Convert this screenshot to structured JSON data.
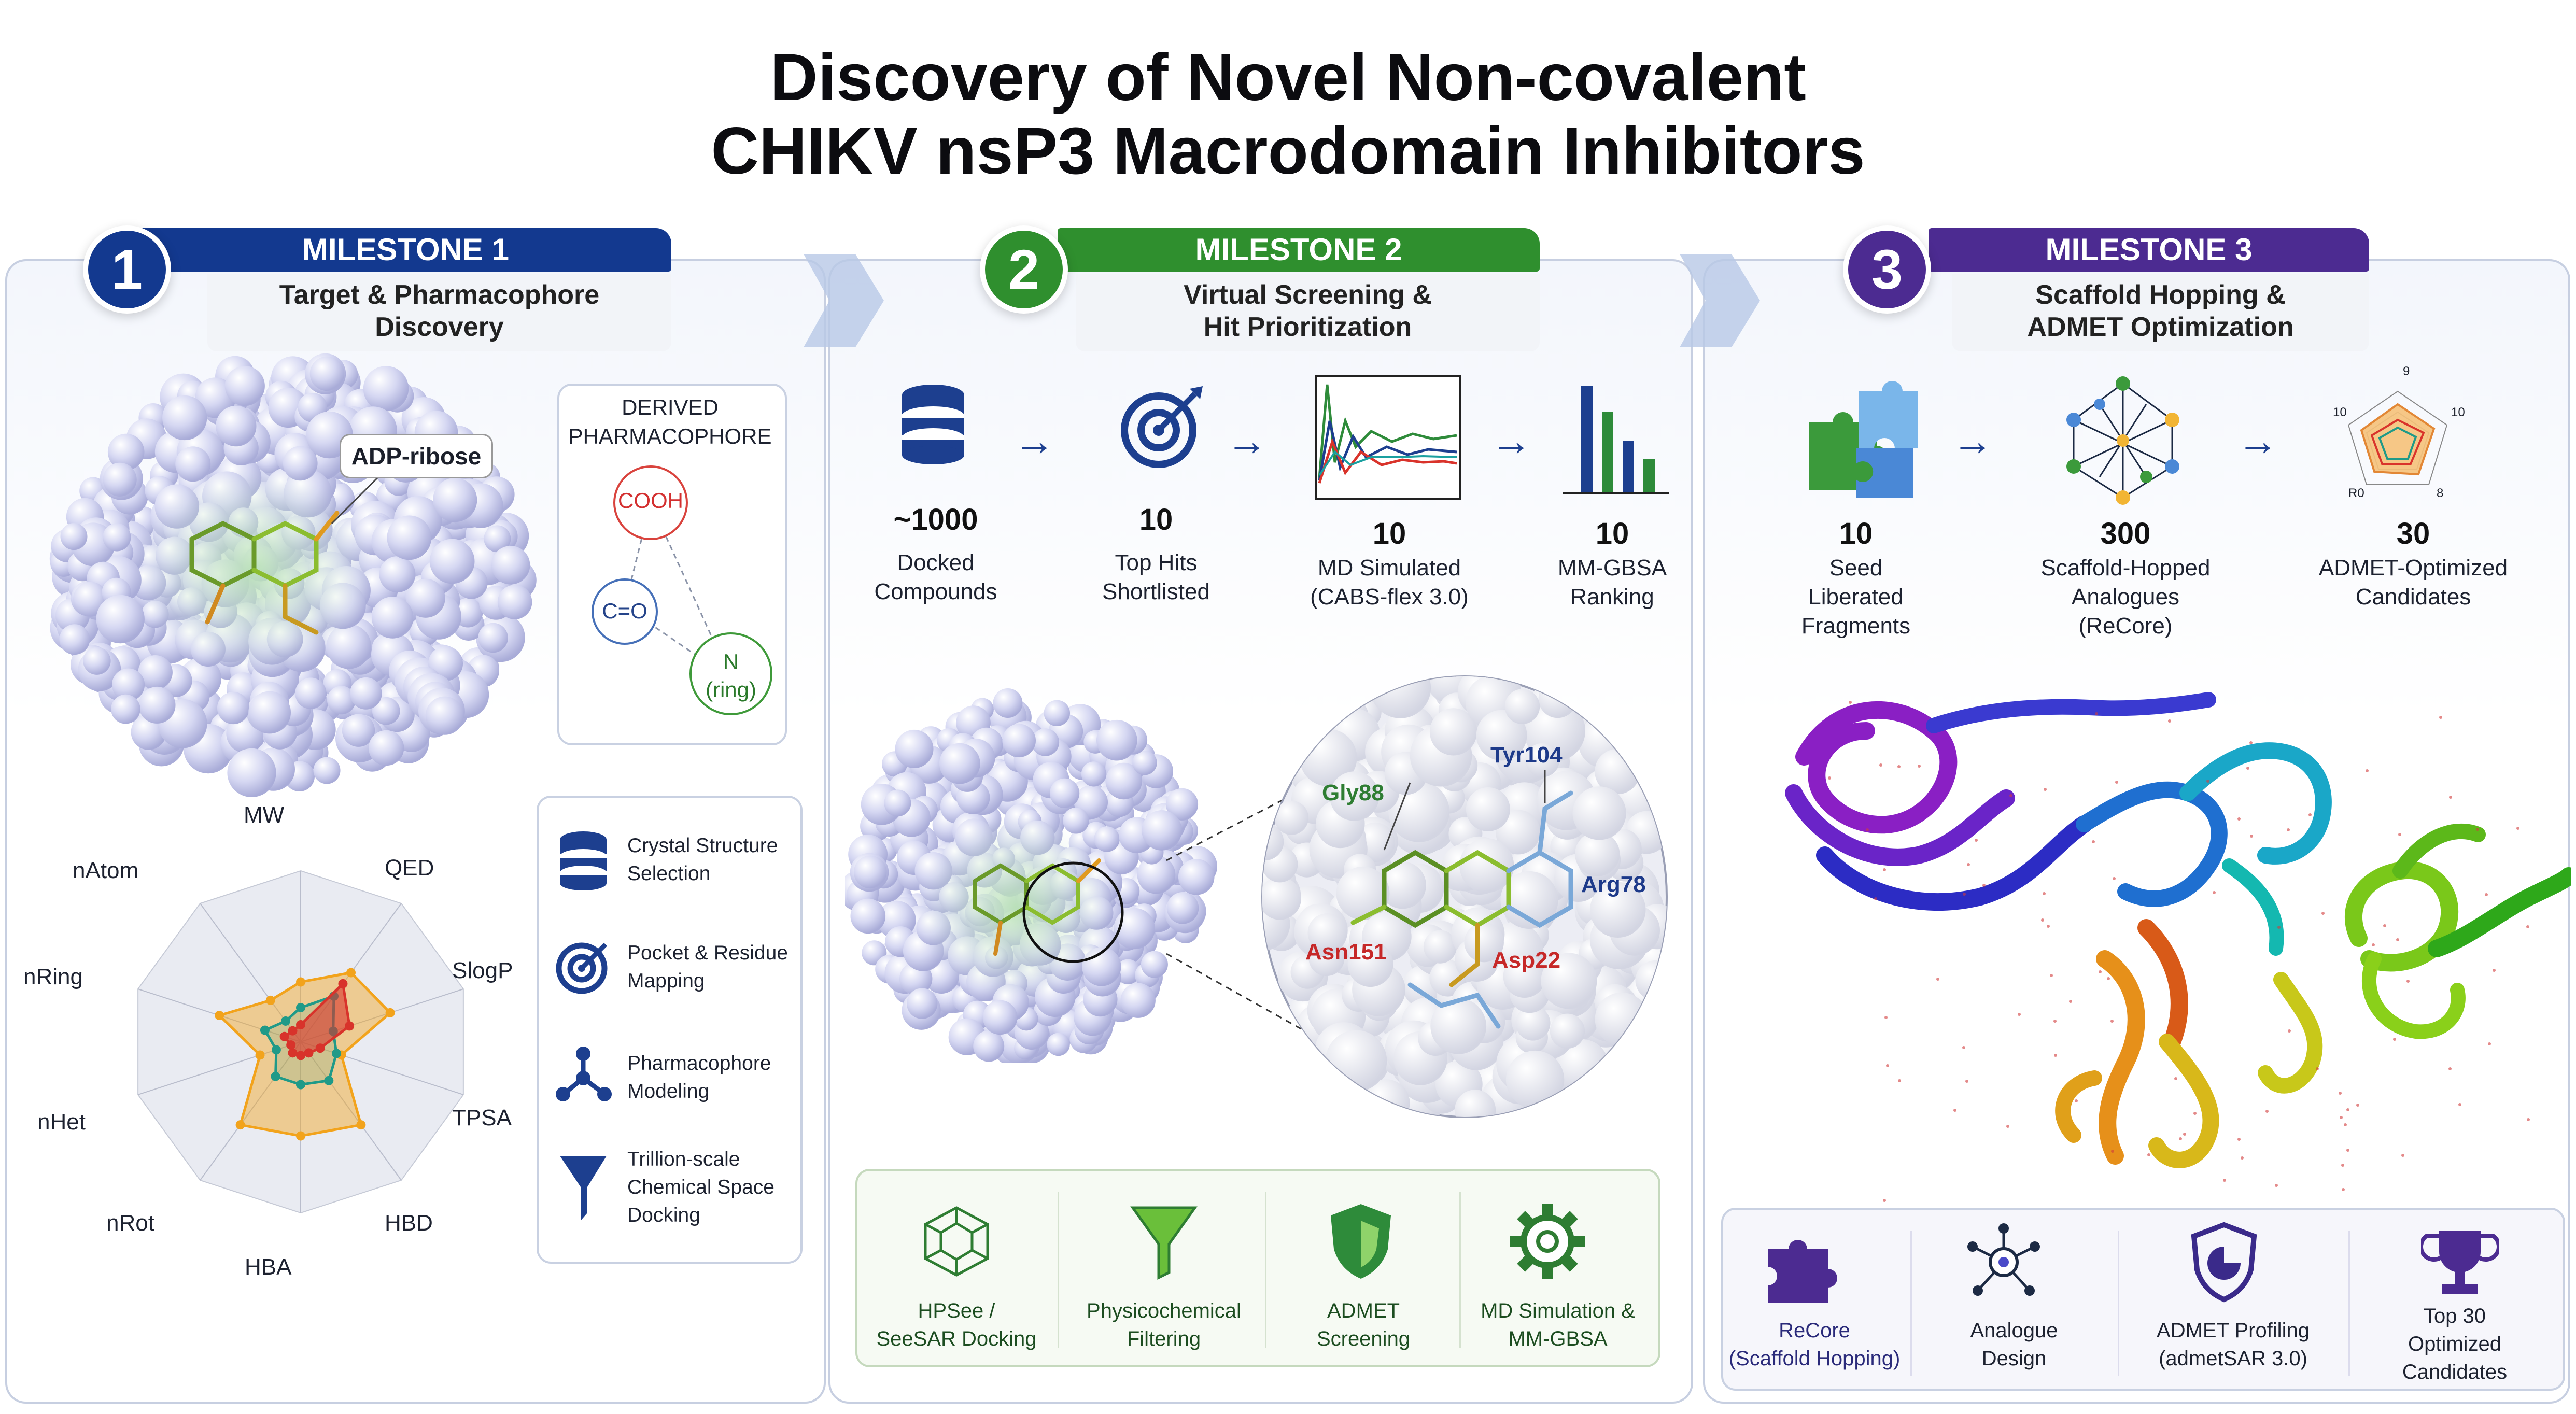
{
  "title": {
    "line1": "Discovery of Novel Non-covalent",
    "line2": "CHIKV nsP3 Macrodomain Inhibitors"
  },
  "colors": {
    "m1": "#13398f",
    "m2": "#2f8f2e",
    "m3": "#4c2b91",
    "radar_orange": "#f2a31c",
    "radar_red": "#d8332b",
    "radar_teal": "#1f9a88"
  },
  "m1": {
    "badge": "1",
    "label": "MILESTONE 1",
    "subtitle1": "Target & Pharmacophore",
    "subtitle2": "Discovery",
    "callout": "ADP-ribose",
    "pharmacophore": {
      "title1": "DERIVED",
      "title2": "PHARMACOPHORE",
      "cooh": "COOH",
      "co": "C=O",
      "n1": "N",
      "n2": "(ring)"
    },
    "radar_axes": [
      "MW",
      "QED",
      "SlogP",
      "TPSA",
      "HBD",
      "HBA",
      "nRot",
      "nHet",
      "nRing",
      "nAtom"
    ],
    "steps": [
      {
        "l1": "Crystal Structure",
        "l2": "Selection",
        "icon": "database-icon"
      },
      {
        "l1": "Pocket & Residue",
        "l2": "Mapping",
        "icon": "target-icon"
      },
      {
        "l1": "Pharmacophore",
        "l2": "Modeling",
        "icon": "network-icon"
      },
      {
        "l1": "Trillion-scale",
        "l2": "Chemical Space",
        "l3": "Docking",
        "icon": "funnel-icon"
      }
    ]
  },
  "m2": {
    "badge": "2",
    "label": "MILESTONE 2",
    "subtitle1": "Virtual Screening &",
    "subtitle2": "Hit Prioritization",
    "flow": [
      {
        "num": "~1000",
        "l1": "Docked",
        "l2": "Compounds",
        "icon": "database-icon"
      },
      {
        "num": "10",
        "l1": "Top Hits",
        "l2": "Shortlisted",
        "icon": "target-icon"
      },
      {
        "num": "10",
        "l1": "MD Simulated",
        "l2": "(CABS-flex 3.0)",
        "icon": "md-chart-icon"
      },
      {
        "num": "10",
        "l1": "MM-GBSA",
        "l2": "Ranking",
        "icon": "bar-chart-icon"
      }
    ],
    "residues": {
      "gly": "Gly88",
      "tyr": "Tyr104",
      "arg": "Arg78",
      "asn": "Asn151",
      "asp": "Asp22"
    },
    "tools": [
      {
        "l1": "HPSee /",
        "l2": "SeeSAR Docking",
        "icon": "hexagon-icon"
      },
      {
        "l1": "Physicochemical",
        "l2": "Filtering",
        "icon": "funnel-icon"
      },
      {
        "l1": "ADMET",
        "l2": "Screening",
        "icon": "shield-icon"
      },
      {
        "l1": "MD Simulation &",
        "l2": "MM-GBSA",
        "icon": "gear-icon"
      }
    ]
  },
  "m3": {
    "badge": "3",
    "label": "MILESTONE 3",
    "subtitle1": "Scaffold Hopping &",
    "subtitle2": "ADMET Optimization",
    "flow": [
      {
        "num": "10",
        "l1": "Seed",
        "l2": "Liberated",
        "l3": "Fragments",
        "icon": "puzzle-icon"
      },
      {
        "num": "300",
        "l1": "Scaffold-Hopped",
        "l2": "Analogues",
        "l3": "(ReCore)",
        "icon": "network-icon"
      },
      {
        "num": "30",
        "l1": "ADMET-Optimized",
        "l2": "Candidates",
        "icon": "radar-icon"
      }
    ],
    "mini_radar": {
      "top": "9",
      "right": "10",
      "left": "10",
      "bl": "R0",
      "br": "8"
    },
    "tools": [
      {
        "l1": "ReCore",
        "l2": "(Scaffold Hopping)",
        "icon": "puzzle-icon"
      },
      {
        "l1": "Analogue",
        "l2": "Design",
        "icon": "molecule-icon"
      },
      {
        "l1": "ADMET Profiling",
        "l2": "(admetSAR 3.0)",
        "icon": "shield-icon"
      },
      {
        "l1": "Top 30",
        "l2": "Optimized",
        "l3": "Candidates",
        "icon": "trophy-icon"
      }
    ]
  }
}
